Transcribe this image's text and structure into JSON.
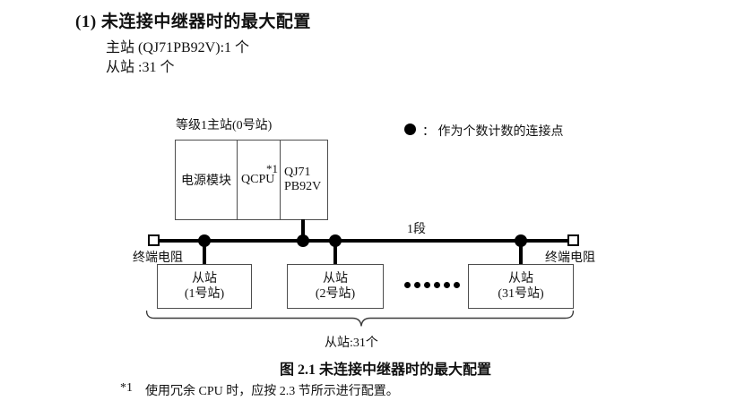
{
  "page": {
    "heading": "(1) 未连接中继器时的最大配置",
    "config_lines": [
      "主站 (QJ71PB92V):1 个",
      "从站 :31 个"
    ],
    "figure_caption": "图 2.1 未连接中继器时的最大配置",
    "footnote": {
      "marker": "*1",
      "text": "使用冗余 CPU 时，应按 2.3 节所示进行配置。"
    }
  },
  "diagram": {
    "master": {
      "label": "等级1主站(0号站)",
      "cells": {
        "power": "电源模块",
        "cpu": "QCPU",
        "cpu_superscript": "*1",
        "pb_line1": "QJ71",
        "pb_line2": "PB92V"
      }
    },
    "legend": {
      "text": "：  作为个数计数的连接点"
    },
    "segment_label": "1段",
    "terminators": {
      "left": "终端电阻",
      "right": "终端电阻"
    },
    "slaves": [
      {
        "line1": "从站",
        "line2": "(1号站)"
      },
      {
        "line1": "从站",
        "line2": "(2号站)"
      },
      {
        "line1": "从站",
        "line2": "(31号站)"
      }
    ],
    "brace_label": "从站:31个",
    "colors": {
      "line": "#000000",
      "border": "#4d4d4d",
      "text": "#111111"
    }
  }
}
